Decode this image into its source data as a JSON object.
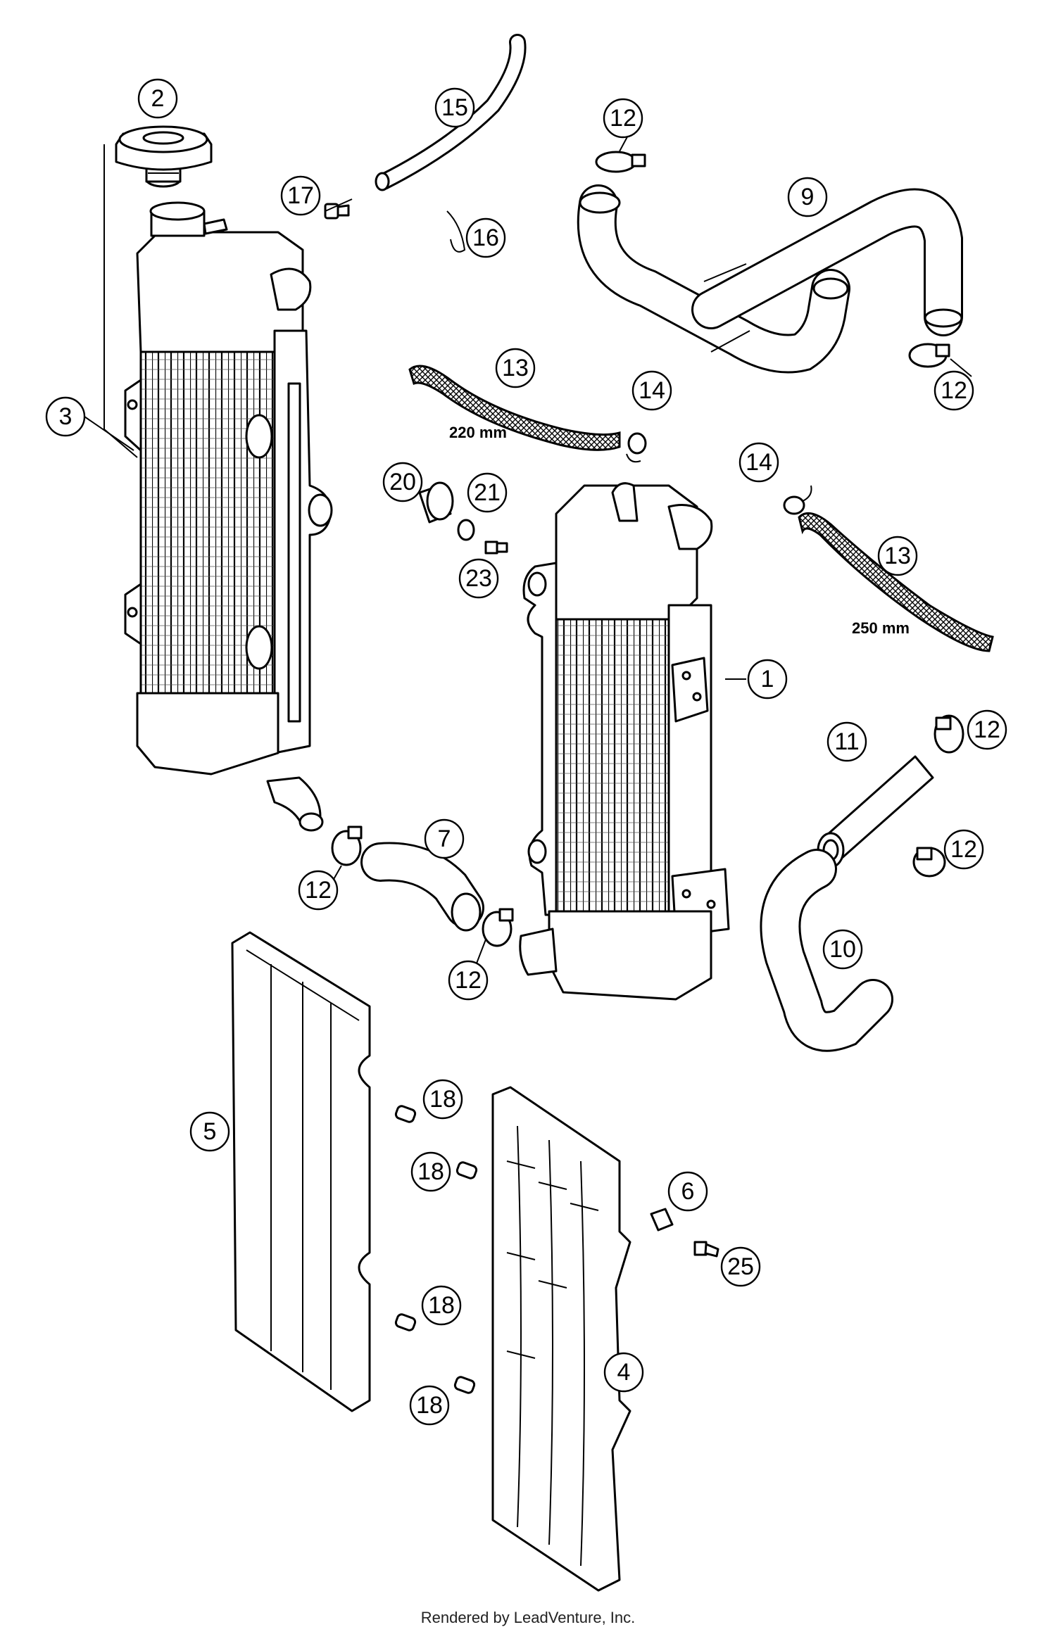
{
  "callouts": [
    {
      "id": "1",
      "label": "1"
    },
    {
      "id": "2",
      "label": "2"
    },
    {
      "id": "3",
      "label": "3"
    },
    {
      "id": "4",
      "label": "4"
    },
    {
      "id": "5",
      "label": "5"
    },
    {
      "id": "6",
      "label": "6"
    },
    {
      "id": "7",
      "label": "7"
    },
    {
      "id": "9",
      "label": "9"
    },
    {
      "id": "10",
      "label": "10"
    },
    {
      "id": "11",
      "label": "11"
    },
    {
      "id": "12a",
      "label": "12"
    },
    {
      "id": "12b",
      "label": "12"
    },
    {
      "id": "12c",
      "label": "12"
    },
    {
      "id": "12d",
      "label": "12"
    },
    {
      "id": "12e",
      "label": "12"
    },
    {
      "id": "12f",
      "label": "12"
    },
    {
      "id": "13a",
      "label": "13"
    },
    {
      "id": "13b",
      "label": "13"
    },
    {
      "id": "14a",
      "label": "14"
    },
    {
      "id": "14b",
      "label": "14"
    },
    {
      "id": "15",
      "label": "15"
    },
    {
      "id": "16",
      "label": "16"
    },
    {
      "id": "17",
      "label": "17"
    },
    {
      "id": "18a",
      "label": "18"
    },
    {
      "id": "18b",
      "label": "18"
    },
    {
      "id": "18c",
      "label": "18"
    },
    {
      "id": "18d",
      "label": "18"
    },
    {
      "id": "20",
      "label": "20"
    },
    {
      "id": "21",
      "label": "21"
    },
    {
      "id": "23",
      "label": "23"
    },
    {
      "id": "25",
      "label": "25"
    }
  ],
  "dimensions": {
    "hose_upper": "220 mm",
    "hose_lower": "250 mm"
  },
  "footer": "Rendered by LeadVenture, Inc."
}
